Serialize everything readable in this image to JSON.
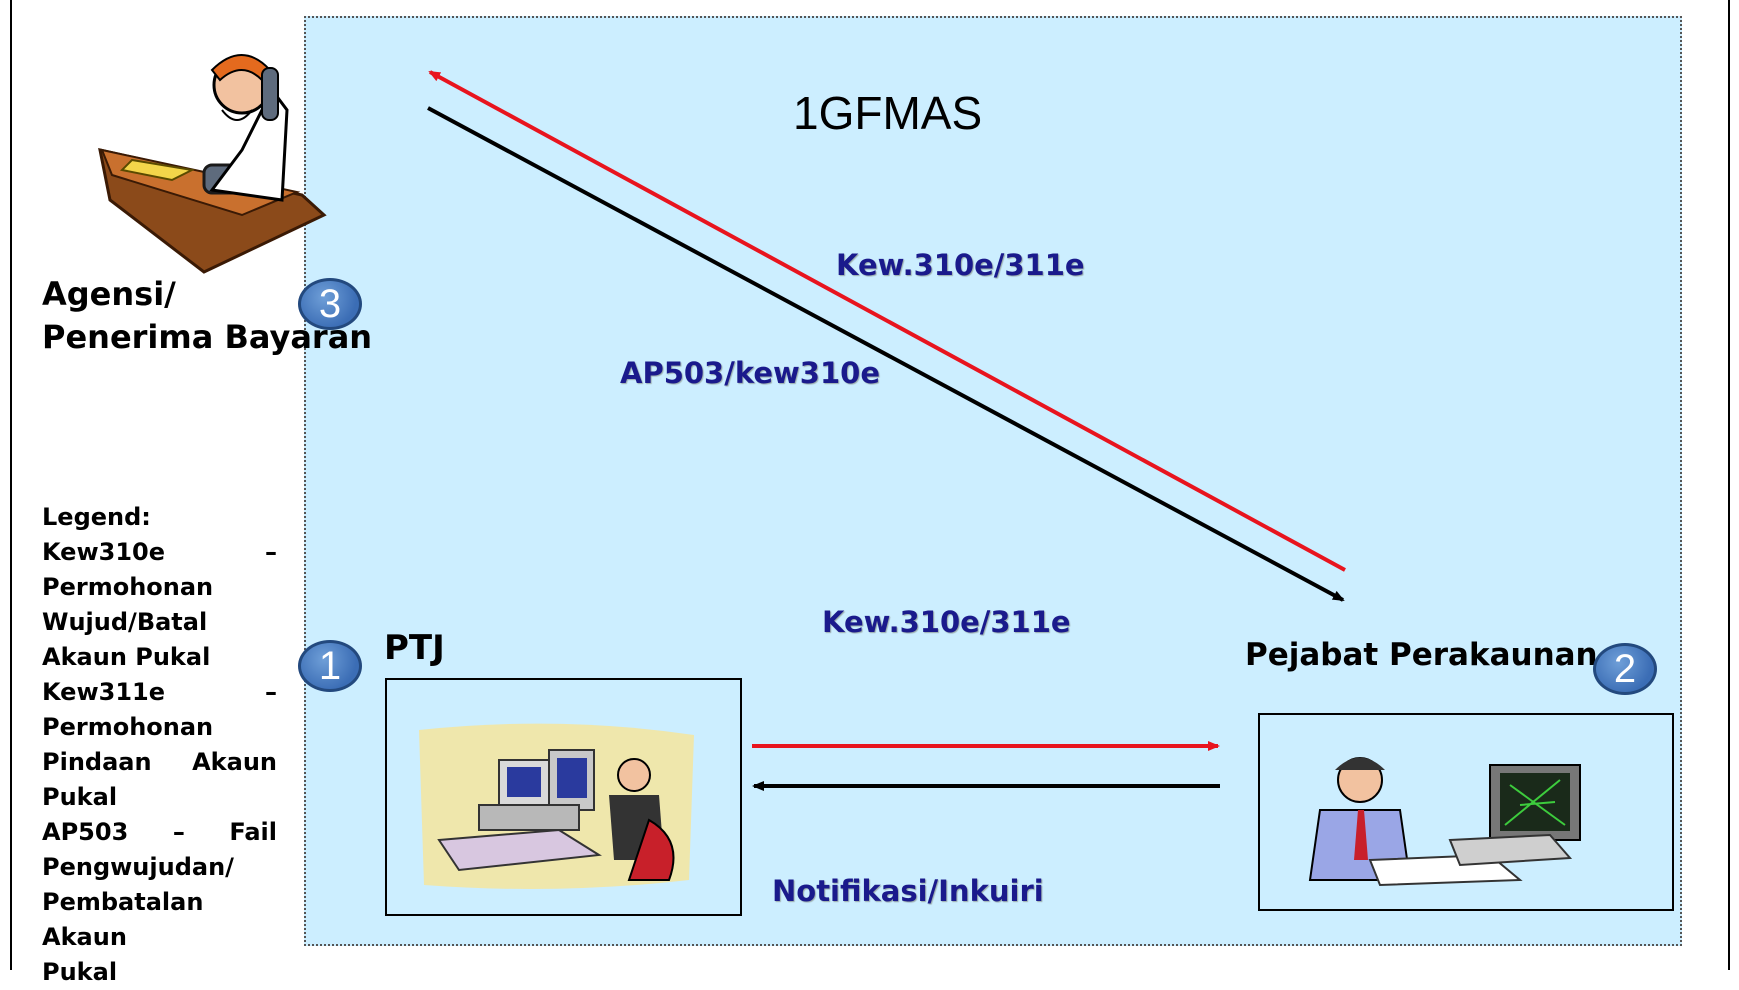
{
  "diagram": {
    "system_title": "1GFMAS",
    "actors": {
      "agency": {
        "label_line1": "Agensi/",
        "label_line2": "Penerima Bayaran",
        "number": "3"
      },
      "ptj": {
        "label": "PTJ",
        "number": "1"
      },
      "accounting": {
        "label": "Pejabat Perakaunan",
        "number": "2"
      }
    },
    "flows": {
      "to_agency": "Kew.310e/311e",
      "from_agency": "AP503/kew310e",
      "ptj_to_accounting": "Kew.310e/311e",
      "accounting_to_ptj": "Notifikasi/Inkuiri"
    },
    "legend": {
      "title": "Legend:",
      "lines": [
        "Kew310e –",
        "Permohonan",
        "Wujud/Batal",
        "Akaun Pukal",
        "Kew311e –",
        "Permohonan",
        "Pindaan Akaun",
        "Pukal",
        "AP503 – Fail",
        "Pengwujudan/",
        "Pembatalan Akaun",
        "Pukal"
      ]
    },
    "colors": {
      "panel": "#cceeff",
      "red_arrow": "#e8141e",
      "black_arrow": "#000000",
      "badge": "#3b6db5",
      "label_blue": "#1a1a8c"
    },
    "icons": [
      "phone-worker-icon",
      "computer-worker-icon",
      "accountant-icon"
    ]
  }
}
